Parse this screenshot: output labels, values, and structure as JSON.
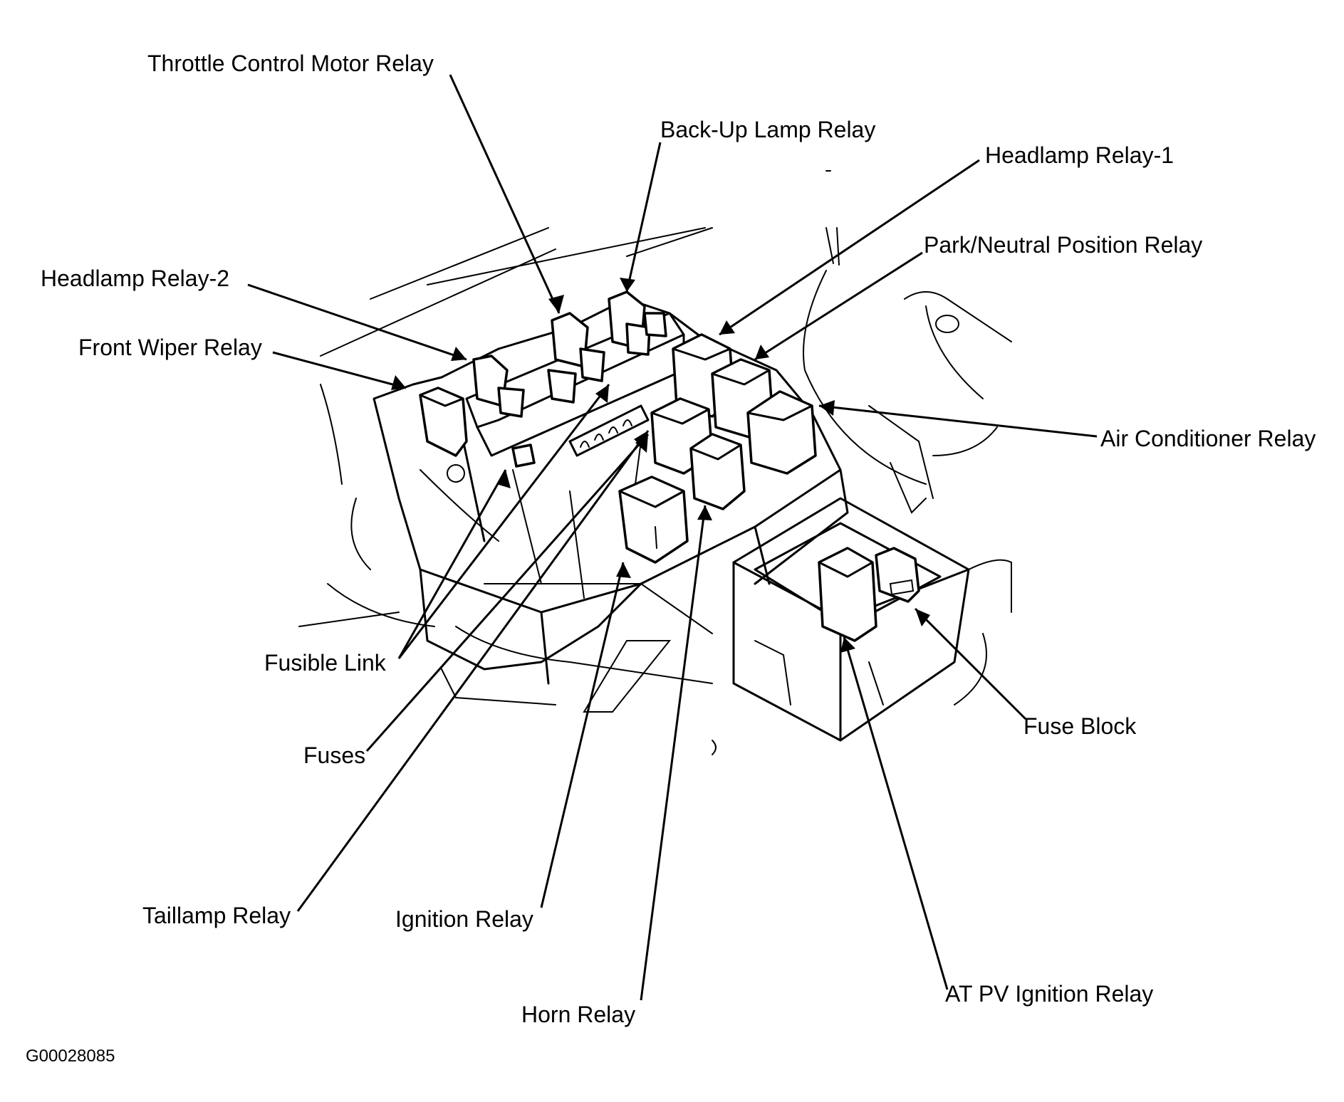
{
  "labels": {
    "throttle_control_motor_relay": "Throttle Control Motor Relay",
    "back_up_lamp_relay": "Back-Up Lamp Relay",
    "headlamp_relay_1": "Headlamp Relay-1",
    "park_neutral_position_relay": "Park/Neutral Position Relay",
    "headlamp_relay_2": "Headlamp Relay-2",
    "front_wiper_relay": "Front Wiper Relay",
    "air_conditioner_relay": "Air Conditioner Relay",
    "fusible_link": "Fusible Link",
    "fuses": "Fuses",
    "fuse_block": "Fuse Block",
    "taillamp_relay": "Taillamp Relay",
    "ignition_relay": "Ignition Relay",
    "horn_relay": "Horn Relay",
    "at_pv_ignition_relay": "AT PV Ignition Relay"
  },
  "figure_code": "G00028085"
}
